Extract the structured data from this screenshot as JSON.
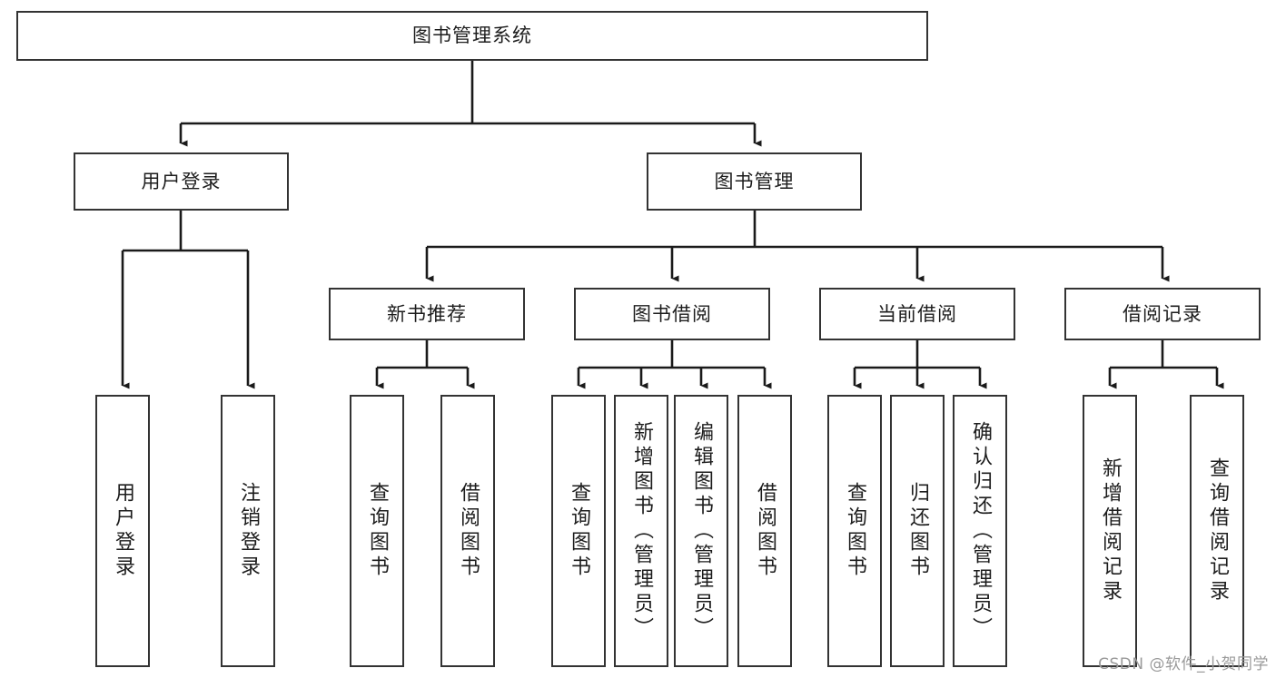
{
  "diagram": {
    "type": "tree",
    "title": "图书管理系统",
    "orientation": "top-down",
    "colors": {
      "node_border": "#333333",
      "node_fill": "#ffffff",
      "edge": "#1a1a1a",
      "text": "#1d1d1d",
      "watermark": "#9a9a9a"
    },
    "root": {
      "label": "图书管理系统"
    },
    "level2": [
      {
        "label": "用户登录"
      },
      {
        "label": "图书管理"
      }
    ],
    "level3": [
      {
        "label": "新书推荐"
      },
      {
        "label": "图书借阅"
      },
      {
        "label": "当前借阅"
      },
      {
        "label": "借阅记录"
      }
    ],
    "leaves": {
      "user_login": [
        {
          "label": "用户登录"
        },
        {
          "label": "注销登录"
        }
      ],
      "new_book_recommend": [
        {
          "label": "查询图书"
        },
        {
          "label": "借阅图书"
        }
      ],
      "book_borrow": [
        {
          "label": "查询图书"
        },
        {
          "label": "新增图书（管理员）"
        },
        {
          "label": "编辑图书（管理员）"
        },
        {
          "label": "借阅图书"
        }
      ],
      "current_borrow": [
        {
          "label": "查询图书"
        },
        {
          "label": "归还图书"
        },
        {
          "label": "确认归还（管理员）"
        }
      ],
      "borrow_record": [
        {
          "label": "新增借阅记录"
        },
        {
          "label": "查询借阅记录"
        }
      ]
    }
  },
  "watermark": {
    "text": "CSDN @软件_小贺同学"
  }
}
